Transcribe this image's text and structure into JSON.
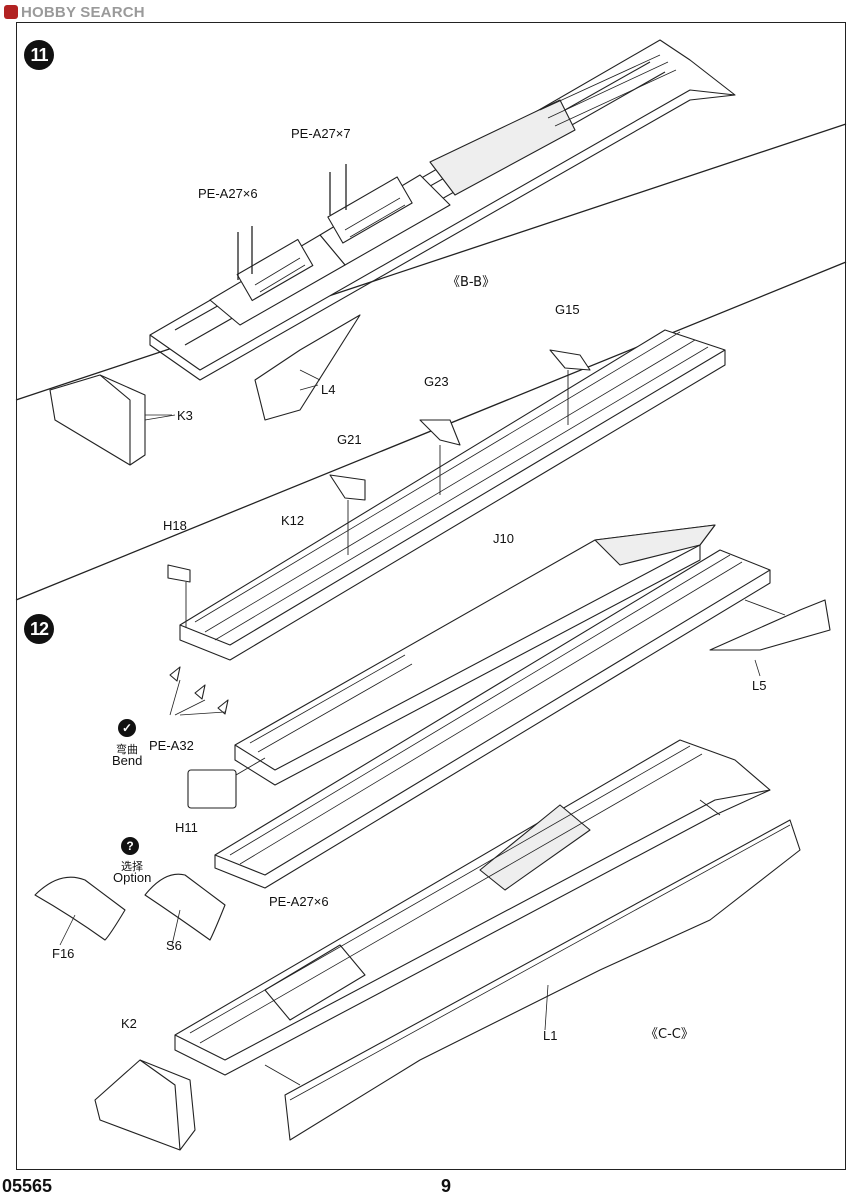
{
  "watermark": "HOBBY SEARCH",
  "steps": {
    "step11": "11",
    "step12": "12"
  },
  "step11": {
    "pe_a27x7": "PE-A27×7",
    "pe_a27x6": "PE-A27×6",
    "section": "《B-B》",
    "l4": "L4",
    "k3": "K3"
  },
  "step12": {
    "g15": "G15",
    "g23": "G23",
    "g21": "G21",
    "h18": "H18",
    "k12": "K12",
    "j10": "J10",
    "l5": "L5",
    "bend_cn": "弯曲",
    "bend_en": "Bend",
    "pe_a32": "PE-A32",
    "h11": "H11",
    "option_cn": "选择",
    "option_en": "Option",
    "pe_a27x6": "PE-A27×6",
    "f16": "F16",
    "s6": "S6",
    "k2": "K2",
    "l1": "L1",
    "section": "《C-C》"
  },
  "icons": {
    "bend": "bend-check-icon",
    "option": "question-icon"
  },
  "footer": {
    "code": "05565",
    "page": "9"
  }
}
